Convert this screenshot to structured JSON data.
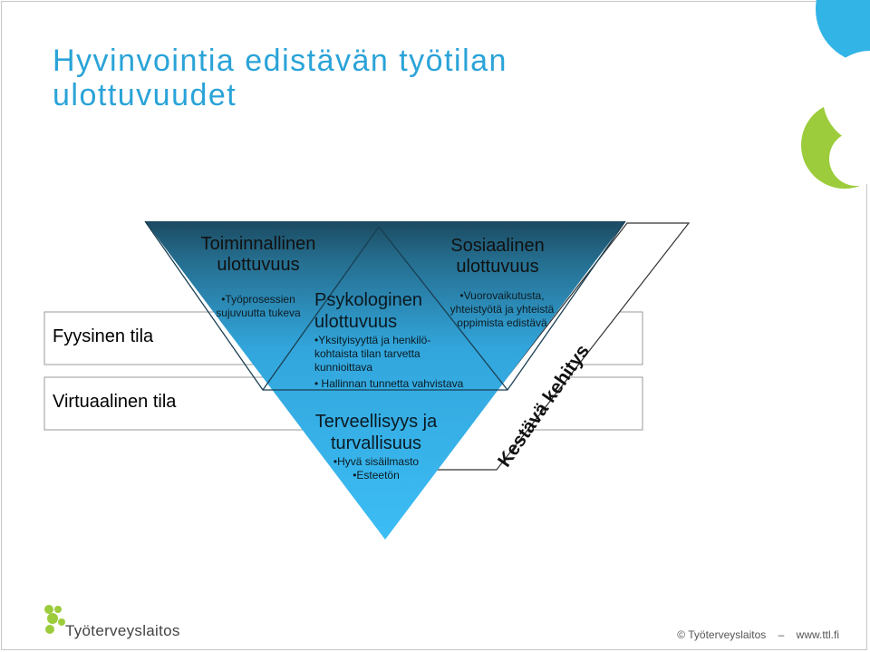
{
  "title": "Hyvinvointia edistävän työtilan ulottuvuudet",
  "rows": {
    "physical": "Fyysinen tila",
    "virtual": "Virtuaalinen tila"
  },
  "diagram": {
    "functional": {
      "heading": "Toiminnallinen ulottuvuus",
      "bullet": "•Työprosessien sujuvuutta tukeva"
    },
    "social": {
      "heading": "Sosiaalinen ulottuvuus",
      "bullet": "•Vuorovaikutusta, yhteistyötä ja yhteistä oppimista edistävä"
    },
    "psychological": {
      "heading": "Psykologinen ulottuvuus",
      "bullet1": "•Yksityisyyttä ja henkilö-kohtaista tilan tarvetta kunnioittava",
      "bullet2": "• Hallinnan tunnetta vahvistava"
    },
    "health": {
      "heading": "Terveellisyys ja turvallisuus",
      "bullet1": "•Hyvä sisäilmasto",
      "bullet2": "•Esteetön"
    },
    "sustainable": "Kestävä kehitys"
  },
  "colors": {
    "title": "#2aa3d8",
    "triangle_dark": "#1d4f66",
    "triangle_light": "#35b6f0",
    "green": "#9ccc3c",
    "cyan": "#33b4e6"
  },
  "footer": {
    "logo": "Työterveyslaitos",
    "copyright": "© Työterveyslaitos",
    "url": "www.ttl.fi"
  }
}
